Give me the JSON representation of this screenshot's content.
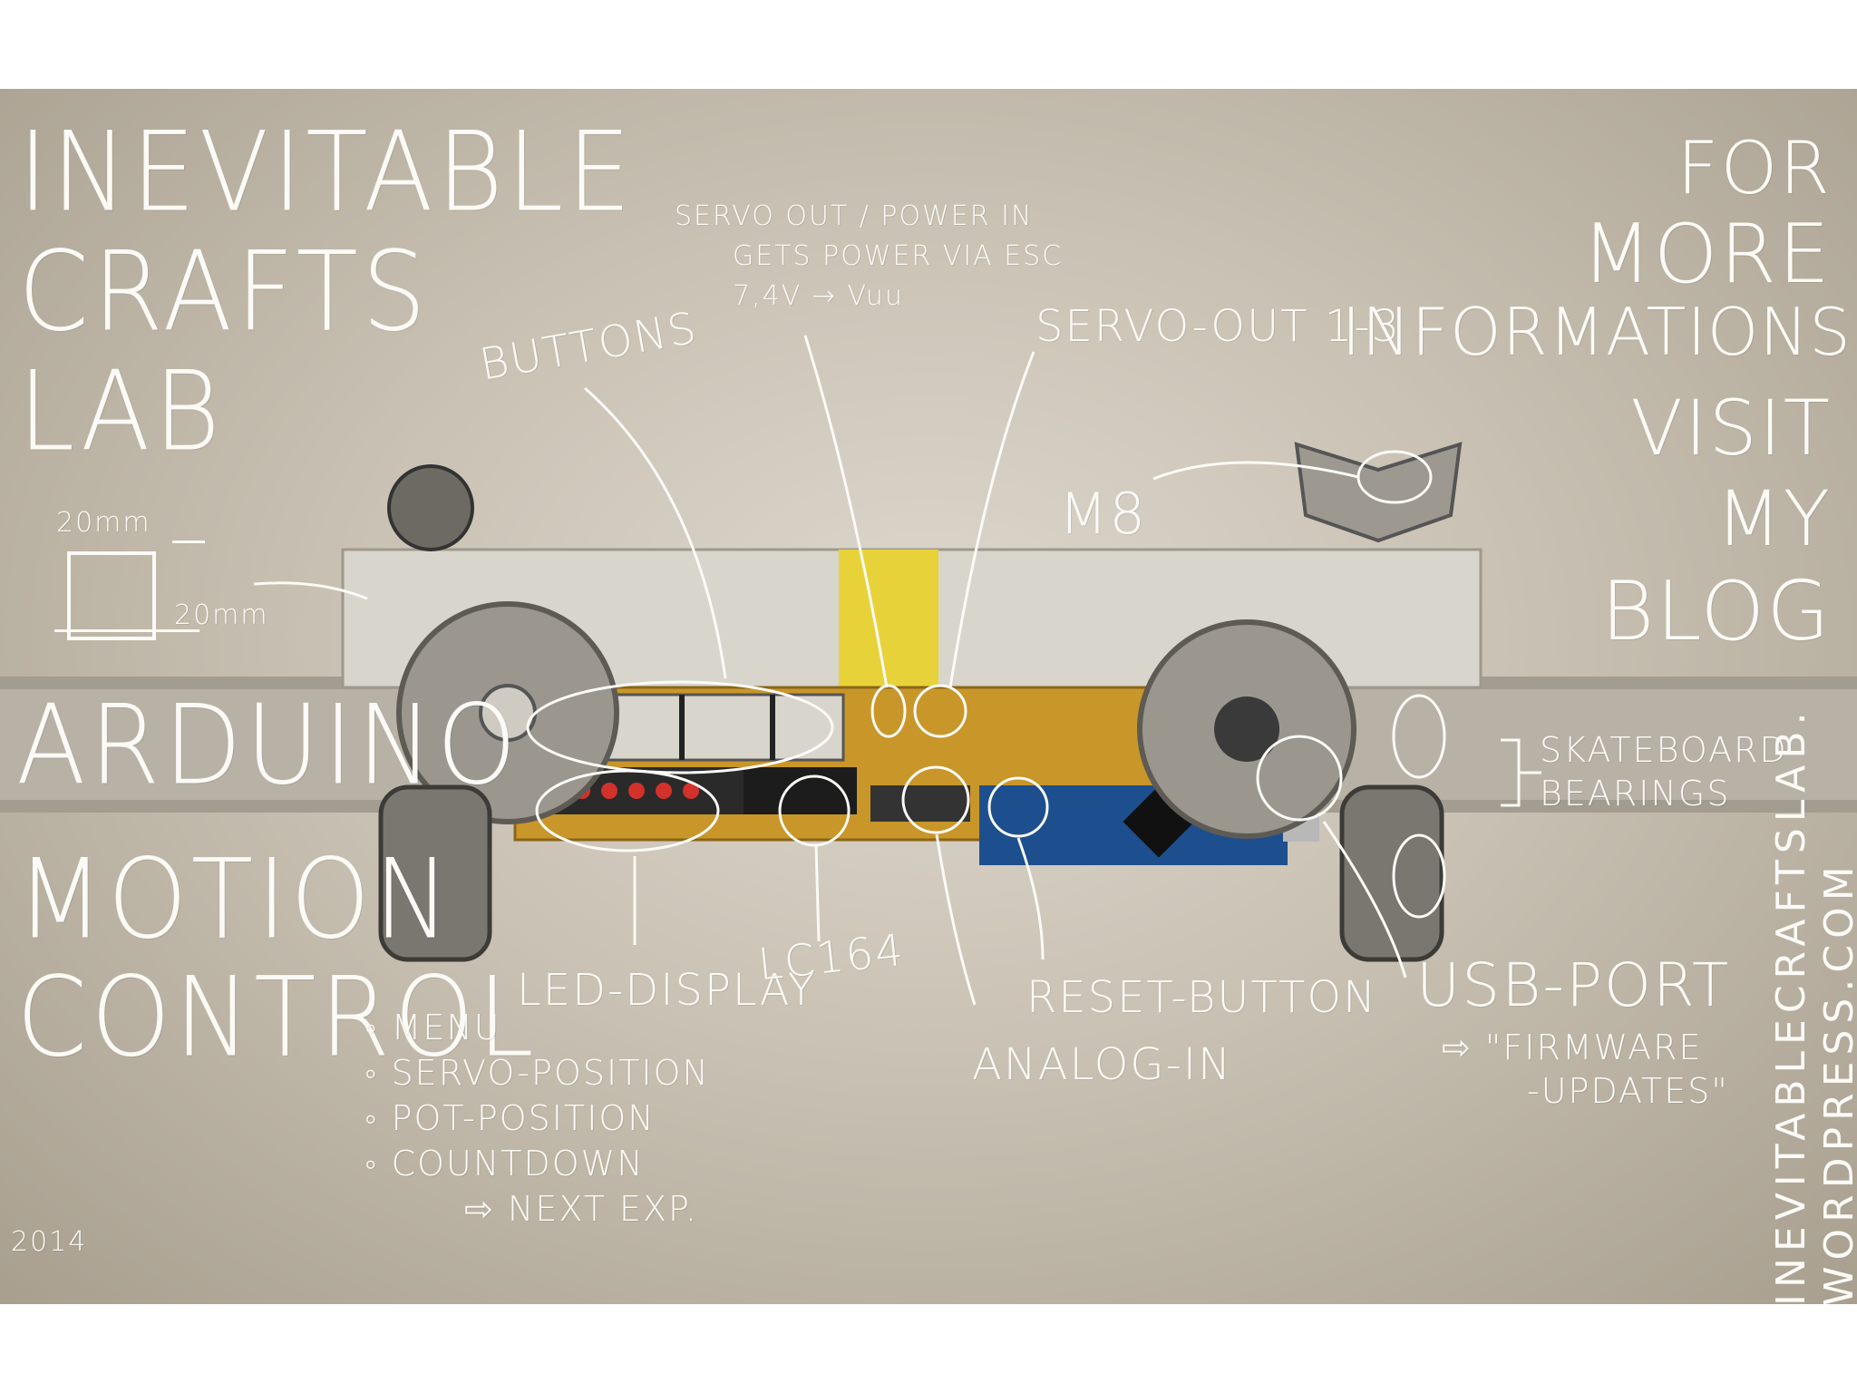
{
  "title_lines": [
    "INEVITABLE",
    "CRAFTS",
    "LAB"
  ],
  "dimension_top": "20mm",
  "dimension_side": "20mm",
  "heading_arduino": "ARDUINO",
  "heading_motion": [
    "MOTION",
    "CONTROL"
  ],
  "menu_items": [
    "MENU",
    "SERVO-POSITION",
    "POT-POSITION",
    "COUNTDOWN",
    "NEXT EXP."
  ],
  "right_text": [
    "FOR",
    "MORE",
    "INFORMATIONS",
    "VISIT",
    "MY",
    "BLOG"
  ],
  "blog_url_lines": [
    "INEVITABLECRAFTSLAB.",
    "WORDPRESS.COM"
  ],
  "year": "2014",
  "labels": {
    "servo_power": [
      "SERVO OUT / POWER IN",
      "GETS POWER VIA ESC",
      "7,4V → Vuu"
    ],
    "buttons": "BUTTONS",
    "servo_out": "SERVO-OUT 1-3",
    "m8": "M8",
    "skateboard": [
      "SKATEBOARD",
      "BEARINGS"
    ],
    "led_display": "LED-DISPLAY",
    "lc164": "LC164",
    "reset": "RESET-BUTTON",
    "analog": "ANALOG-IN",
    "usb": "USB-PORT",
    "firmware": [
      "\"FIRMWARE",
      "-UPDATES\""
    ]
  },
  "colors": {
    "annotation": "#fbfaf6",
    "background": "#c9c1b3",
    "aluminium": "#d8d5cc",
    "yellow_tape": "#e8d23a",
    "arduino_blue": "#1d4f8e",
    "led_red": "#d3312b"
  }
}
